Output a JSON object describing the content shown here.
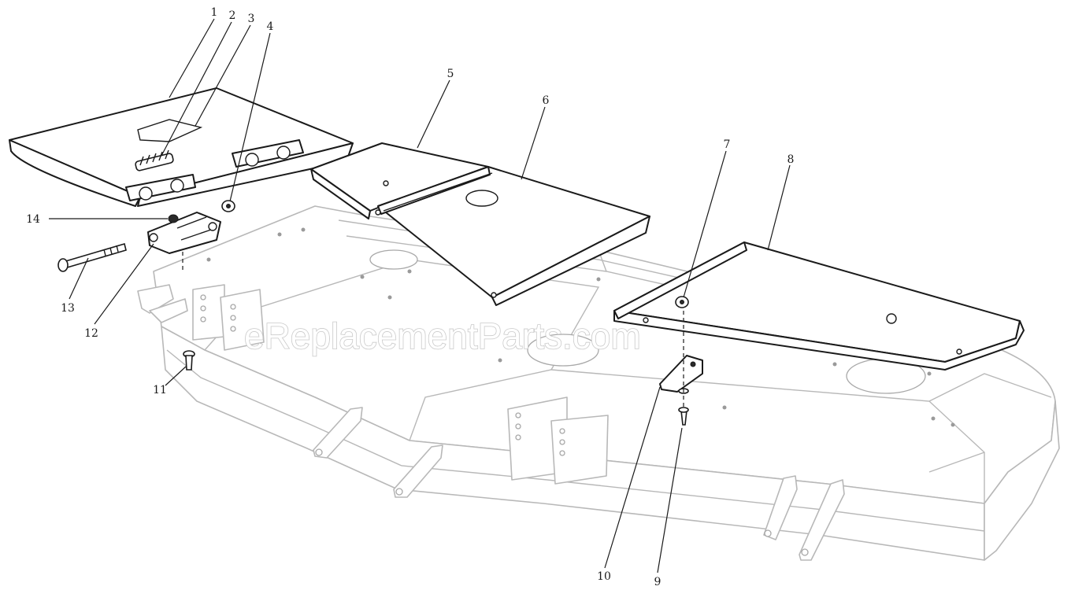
{
  "watermark": "eReplacementParts.com",
  "callouts": [
    {
      "id": "1",
      "label": "1"
    },
    {
      "id": "2",
      "label": "2"
    },
    {
      "id": "3",
      "label": "3"
    },
    {
      "id": "4",
      "label": "4"
    },
    {
      "id": "5",
      "label": "5"
    },
    {
      "id": "6",
      "label": "6"
    },
    {
      "id": "7",
      "label": "7"
    },
    {
      "id": "8",
      "label": "8"
    },
    {
      "id": "9",
      "label": "9"
    },
    {
      "id": "10",
      "label": "10"
    },
    {
      "id": "11",
      "label": "11"
    },
    {
      "id": "12",
      "label": "12"
    },
    {
      "id": "13",
      "label": "13"
    },
    {
      "id": "14",
      "label": "14"
    }
  ]
}
